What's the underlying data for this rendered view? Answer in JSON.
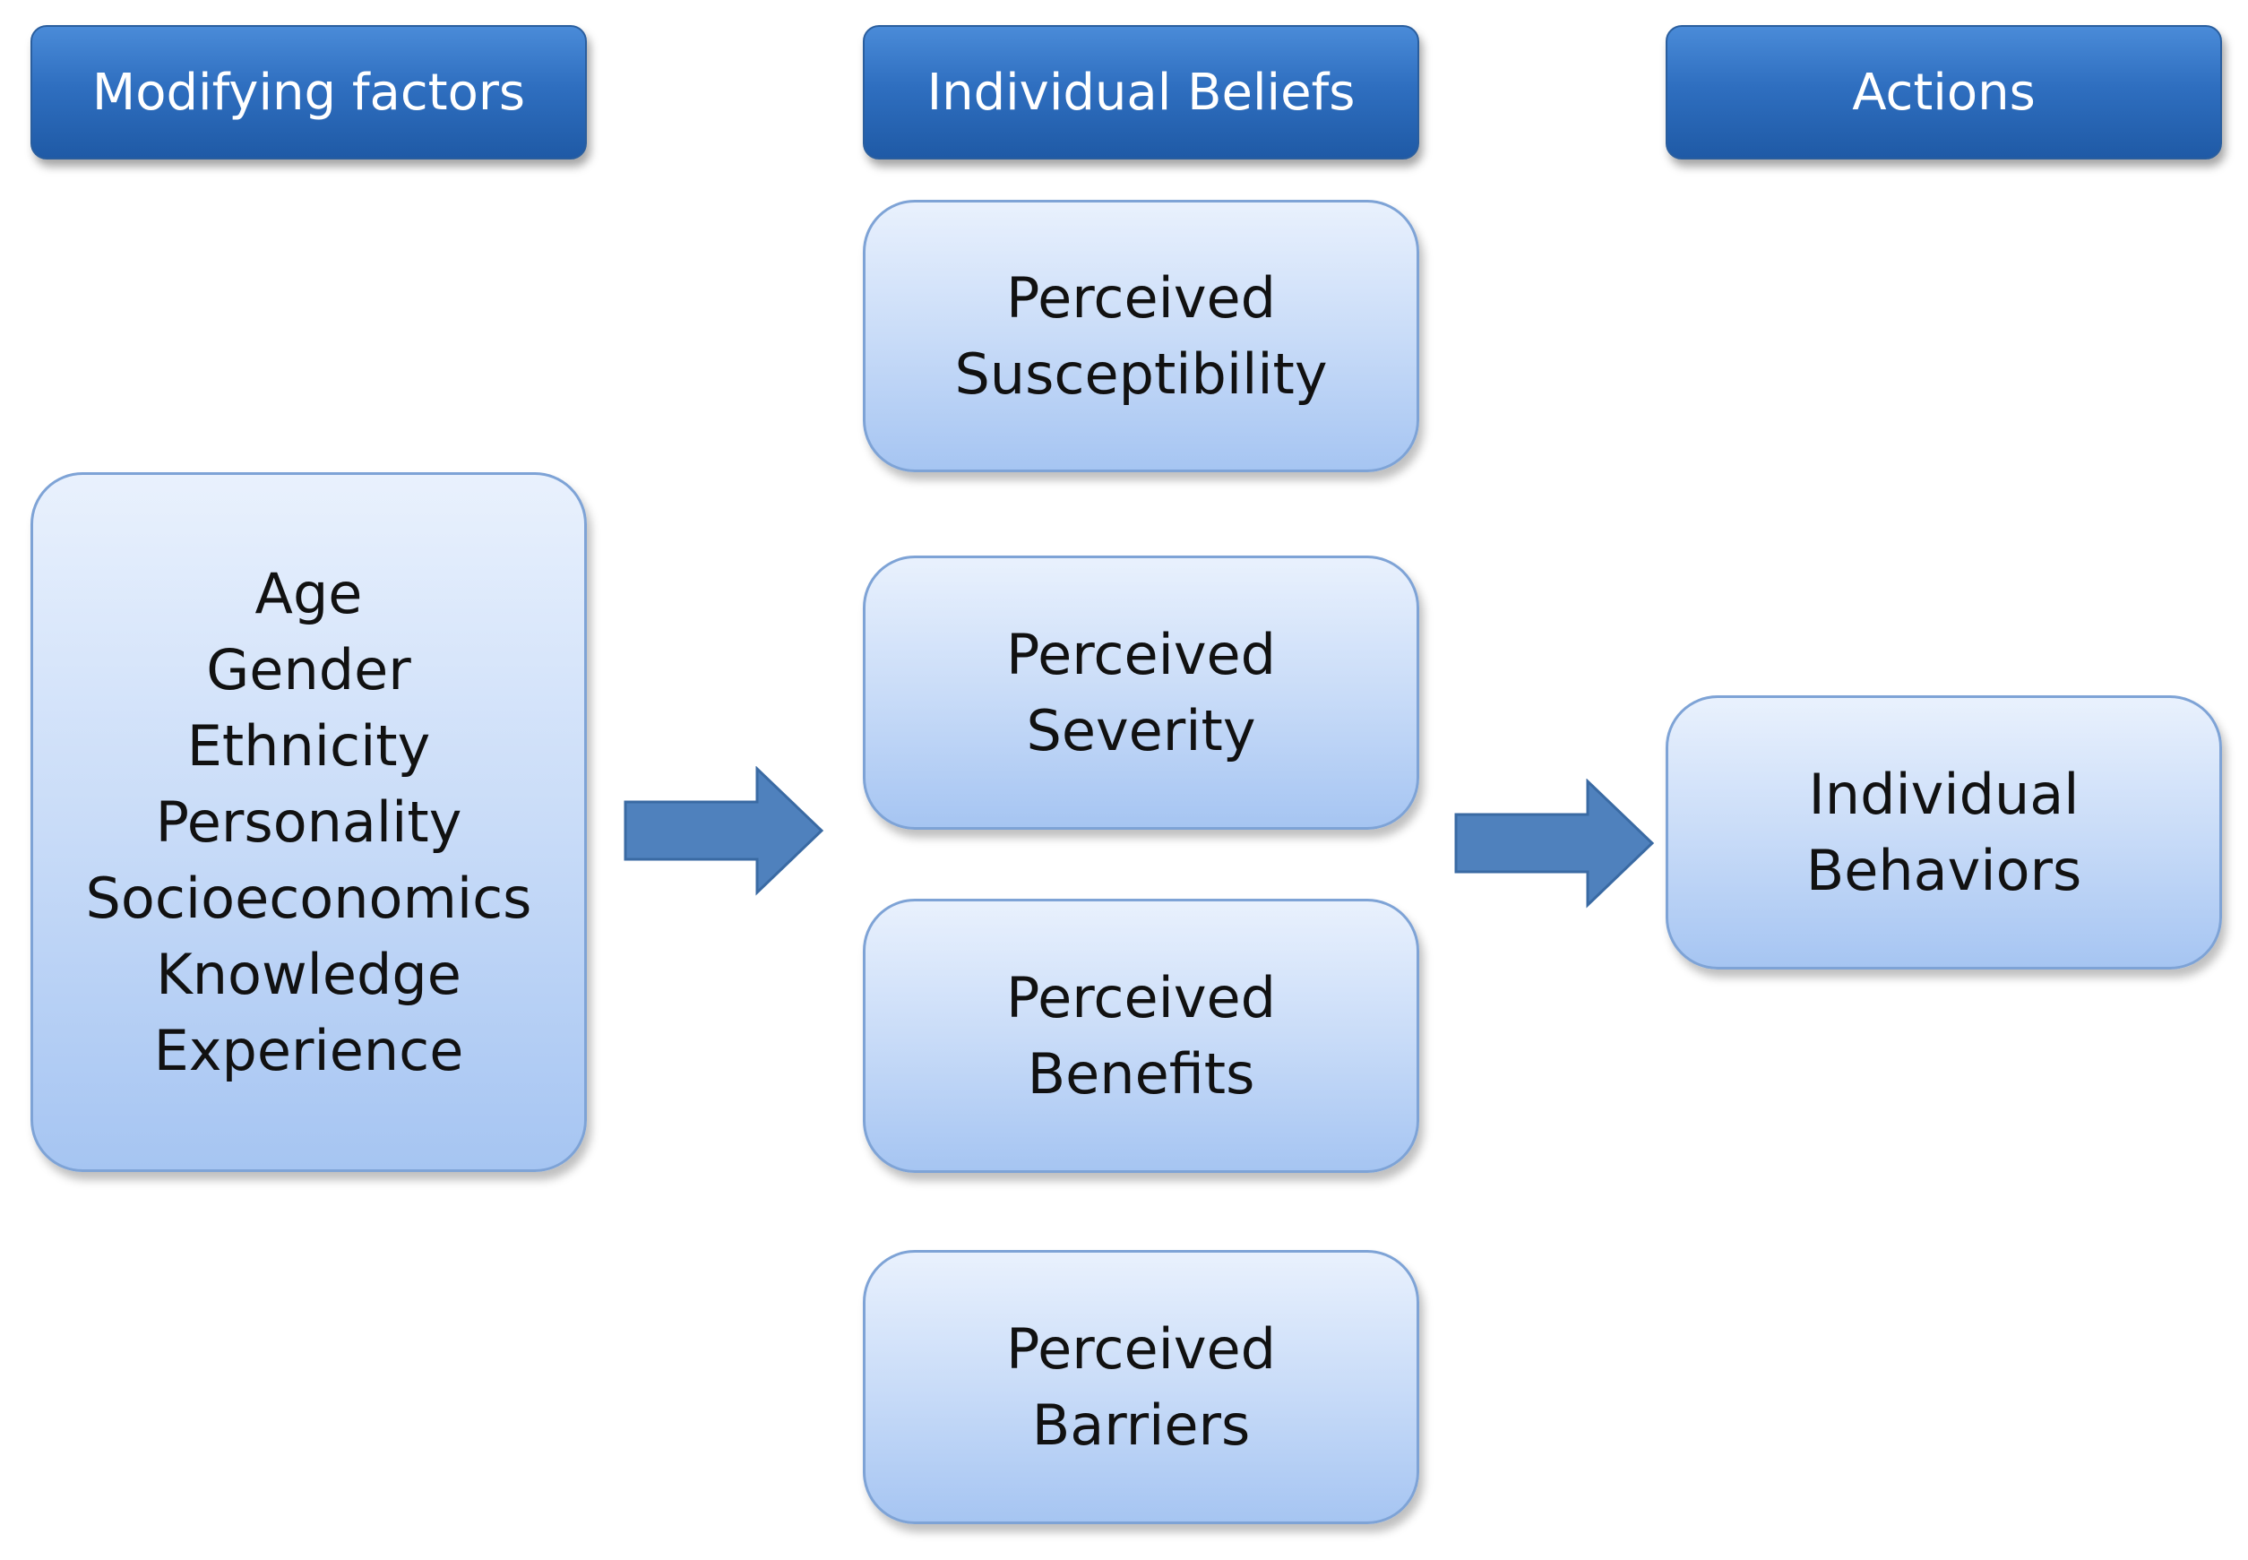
{
  "headers": {
    "modifying": "Modifying factors",
    "beliefs": "Individual Beliefs",
    "actions": "Actions"
  },
  "modifying_factors": [
    "Age",
    "Gender",
    "Ethnicity",
    "Personality",
    "Socioeconomics",
    "Knowledge",
    "Experience"
  ],
  "beliefs": [
    [
      "Perceived",
      "Susceptibility"
    ],
    [
      "Perceived",
      "Severity"
    ],
    [
      "Perceived",
      "Benefits"
    ],
    [
      "Perceived",
      "Barriers"
    ]
  ],
  "actions": [
    "Individual",
    "Behaviors"
  ],
  "colors": {
    "header_blue": "#2f6fc0",
    "box_light": "#c9dcf8",
    "arrow_blue": "#4f81bd"
  }
}
